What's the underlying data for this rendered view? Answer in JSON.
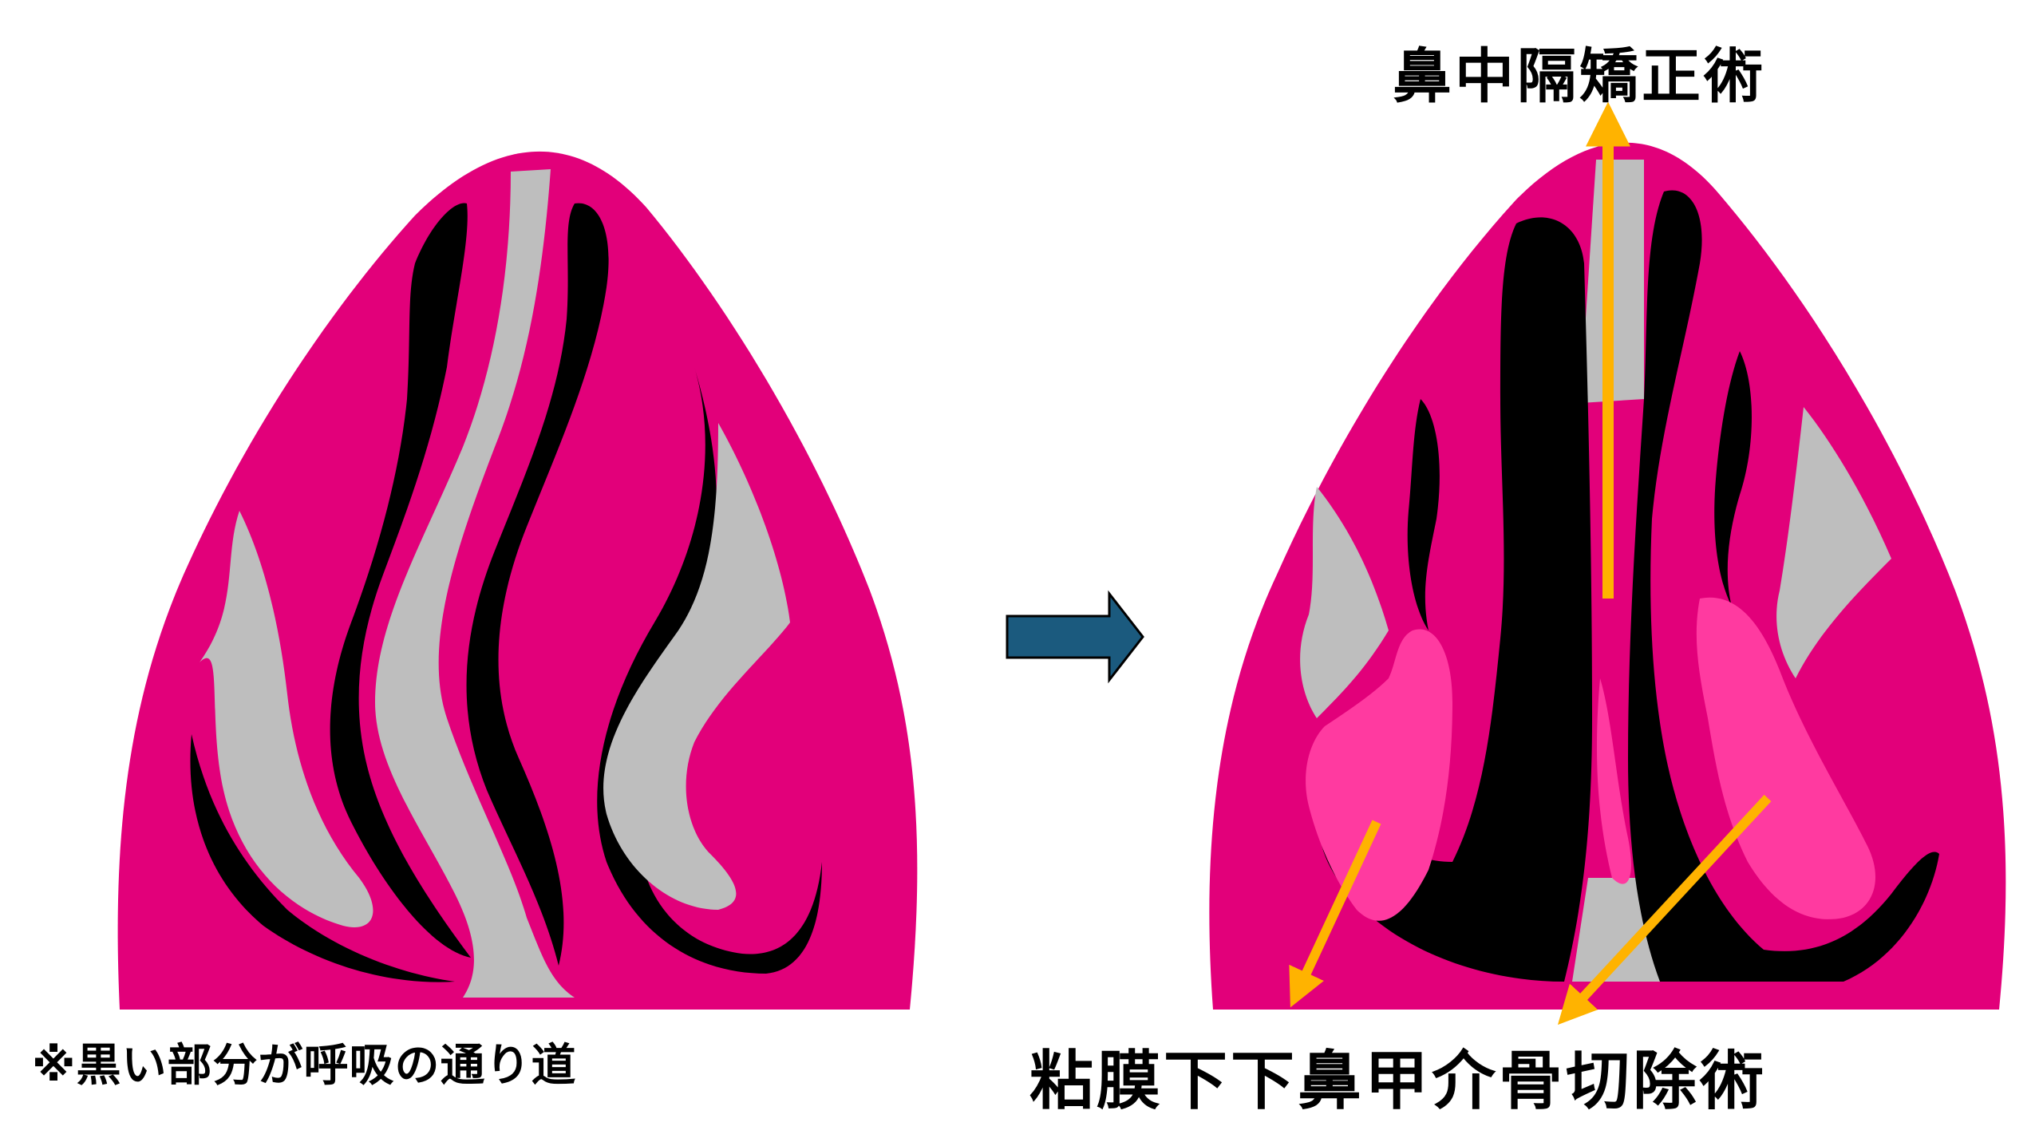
{
  "note": "※黒い部分が呼吸の通り道",
  "labels": {
    "top": "鼻中隔矯正術",
    "bottom": "粘膜下下鼻甲介骨切除術"
  },
  "colors": {
    "tissue": "#E2007A",
    "mucosa_highlight": "#FF3AA0",
    "airway": "#000000",
    "bone": "#BEBEBE",
    "arrow": "#FFB300",
    "transition_arrow": "#1B5A7E",
    "background": "#FFFFFF"
  }
}
